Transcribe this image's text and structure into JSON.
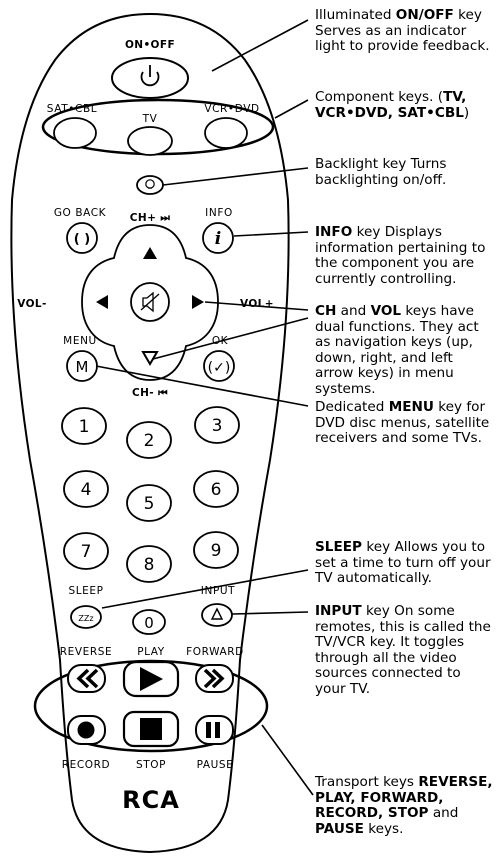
{
  "remote": {
    "brand": "RCA",
    "labels": {
      "on_off": "ON•OFF",
      "sat_cbl": "SAT•CBL",
      "tv": "TV",
      "vcr_dvd": "VCR•DVD",
      "go_back": "GO BACK",
      "ch_plus": "CH+ ⏭",
      "info": "INFO",
      "vol_minus": "VOL-",
      "vol_plus": "VOL+",
      "menu": "MENU",
      "menu_key": "M",
      "ok": "OK",
      "ch_minus": "CH- ⏮",
      "sleep": "SLEEP",
      "sleep_key": "ZZz",
      "input": "INPUT",
      "reverse": "REVERSE",
      "play": "PLAY",
      "forward": "FORWARD",
      "record": "RECORD",
      "stop": "STOP",
      "pause": "PAUSE"
    },
    "numbers": [
      "1",
      "2",
      "3",
      "4",
      "5",
      "6",
      "7",
      "8",
      "9",
      "0"
    ]
  },
  "callouts": {
    "on_off": {
      "b1": "ON/OFF",
      "t1": "Illuminated ",
      "t2": " key Serves as an indicator light to provide feedback."
    },
    "component": {
      "t1": "Component keys. (",
      "b1": "TV, VCR•DVD, SAT•CBL",
      "t2": ")"
    },
    "backlight": {
      "t1": "Backlight key    Turns backlighting on/off."
    },
    "info": {
      "b1": "INFO",
      "t1": " key    Displays information pertaining to the component you are currently controlling."
    },
    "ch_vol": {
      "b1": "CH",
      "t1": " and ",
      "b2": "VOL",
      "t2": " keys have dual functions. They act as navigation keys (up, down, right, and left arrow keys) in menu systems."
    },
    "menu": {
      "t1": "Dedicated ",
      "b1": "MENU",
      "t2": " key for DVD disc menus, satellite receivers and some TVs."
    },
    "sleep": {
      "b1": "SLEEP",
      "t1": " key    Allows you to set a time to turn off your TV automatically."
    },
    "input": {
      "b1": "INPUT",
      "t1": " key    On some remotes, this is called the TV/VCR key. It toggles through all the video sources connected to your TV."
    },
    "transport": {
      "t1": "Transport keys    ",
      "b1": "REVERSE, PLAY, FORWARD, RECORD, STOP",
      "t2": " and ",
      "b2": "PAUSE",
      "t3": " keys."
    }
  }
}
